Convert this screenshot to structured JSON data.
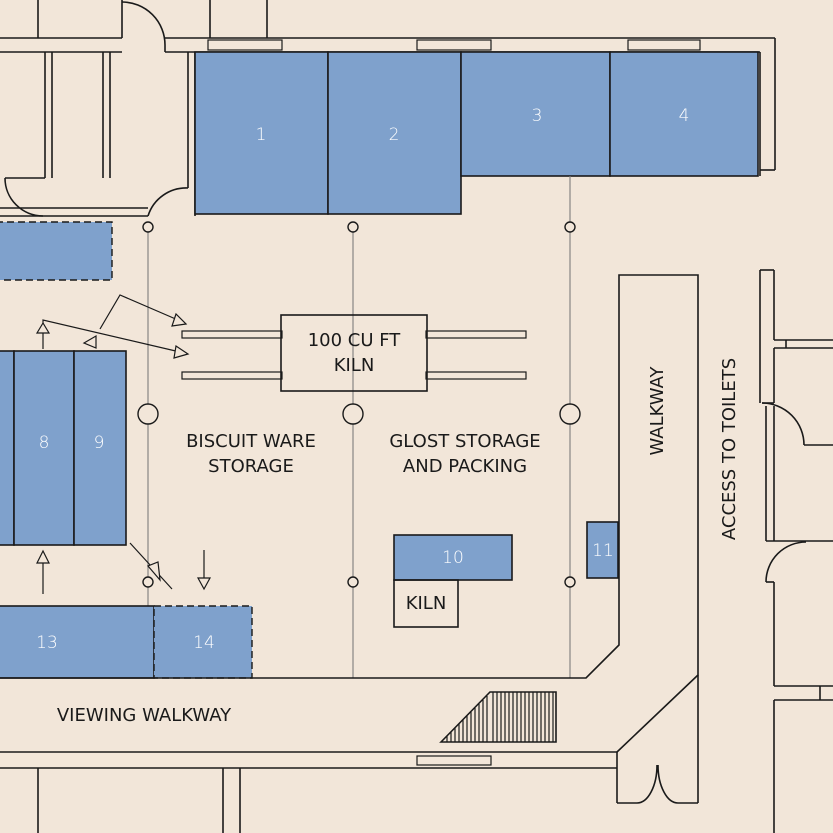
{
  "colors": {
    "background": "#f2e6d9",
    "bay_fill": "#7fa1cc",
    "line": "#1a1a1a",
    "bay_text": "#ffffff"
  },
  "bays": {
    "b1": "1",
    "b2": "2",
    "b3": "3",
    "b4": "4",
    "b8": "8",
    "b9": "9",
    "b10": "10",
    "b11": "11",
    "b13": "13",
    "b14": "14"
  },
  "labels": {
    "kiln_main_line1": "100 CU FT",
    "kiln_main_line2": "KILN",
    "kiln_small": "KILN",
    "biscuit_line1": "BISCUIT WARE",
    "biscuit_line2": "STORAGE",
    "glost_line1": "GLOST STORAGE",
    "glost_line2": "AND PACKING",
    "walkway": "WALKWAY",
    "access_toilets": "ACCESS TO TOILETS",
    "viewing_walkway": "VIEWING WALKWAY"
  }
}
